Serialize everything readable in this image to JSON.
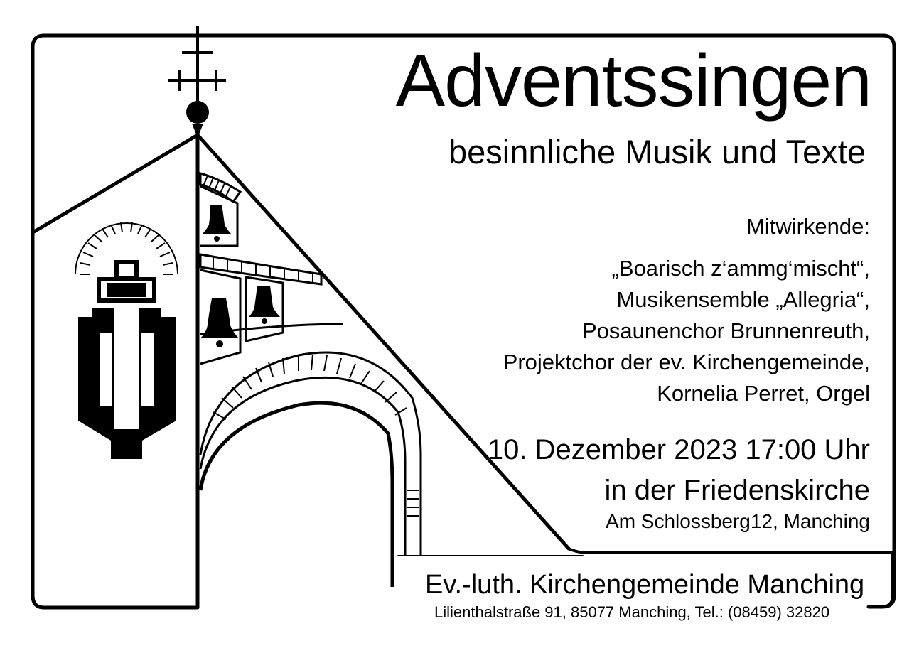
{
  "poster": {
    "title": "Adventssingen",
    "subtitle": "besinnliche Musik und Texte",
    "contributors_label": "Mitwirkende:",
    "contributors": [
      "„Boarisch z‘ammg‘mischt“,",
      "Musikensemble „Allegria“,",
      "Posaunenchor Brunnenreuth,",
      "Projektchor der ev. Kirchengemeinde,",
      "Kornelia Perret, Orgel"
    ],
    "date_time": "10. Dezember 2023 17:00 Uhr",
    "venue": "in der Friedenskirche",
    "address": "Am Schlossberg12, Manching"
  },
  "footer": {
    "organization": "Ev.-luth. Kirchengemeinde Manching",
    "contact": "Lilienthalstraße 91, 85077 Manching, Tel.: (08459) 32820"
  },
  "illustration": {
    "subject": "church-line-drawing",
    "color": "#000000"
  }
}
